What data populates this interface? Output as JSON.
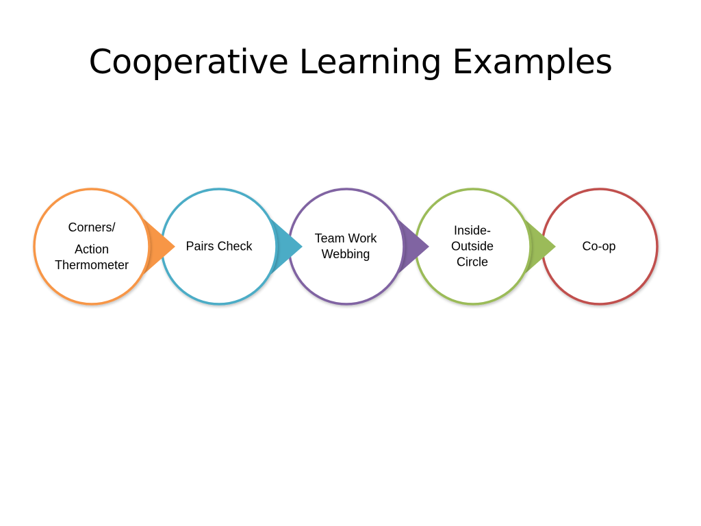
{
  "slide": {
    "title": "Cooperative Learning Examples"
  },
  "diagram": {
    "steps": [
      {
        "lines": [
          "Corners/",
          "Action",
          "Thermometer"
        ],
        "color": "#F79646"
      },
      {
        "lines": [
          "Pairs Check"
        ],
        "color": "#4BACC6"
      },
      {
        "lines": [
          "Team Work",
          "Webbing"
        ],
        "color": "#8064A2"
      },
      {
        "lines": [
          "Inside-",
          "Outside",
          "Circle"
        ],
        "color": "#9BBB59"
      },
      {
        "lines": [
          "Co-op"
        ],
        "color": "#C0504D"
      }
    ]
  }
}
